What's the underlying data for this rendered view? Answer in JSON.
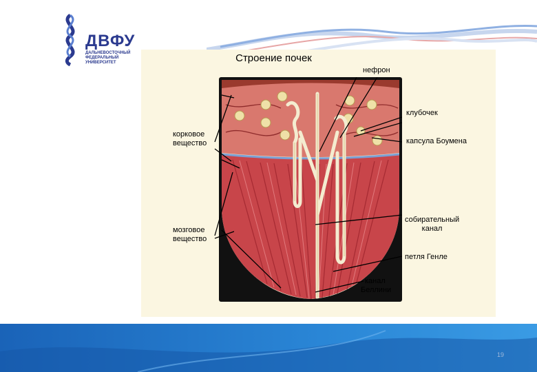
{
  "logo": {
    "title": "ДВФУ",
    "subtitle_lines": [
      "ДАЛЬНЕВОСТОЧНЫЙ",
      "ФЕДЕРАЛЬНЫЙ",
      "УНИВЕРСИТЕТ"
    ],
    "brand_color": "#2b3a8f"
  },
  "slide": {
    "title": "Строение почек",
    "page_number": "19"
  },
  "labels": {
    "nephron": "нефрон",
    "glomerulus": "клубочек",
    "bowman_capsule": "капсула Боумена",
    "cortex_line1": "корковое",
    "cortex_line2": "вещество",
    "medulla_line1": "мозговое",
    "medulla_line2": "вещество",
    "collecting_line1": "собирательный",
    "collecting_line2": "канал",
    "henle_loop": "петля Генле",
    "bellini_line1": "канал",
    "bellini_line2": "Беллини"
  },
  "colors": {
    "panel_bg": "#fbf6e1",
    "tissue_red": "#c8454a",
    "footer_blue": "#1e6fc2"
  }
}
